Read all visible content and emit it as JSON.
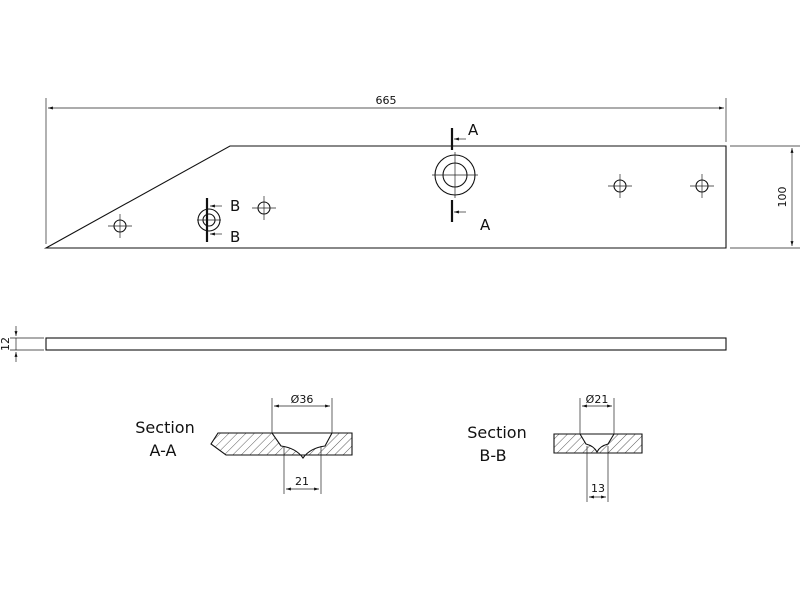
{
  "dimensions": {
    "length": "665",
    "height": "100",
    "thickness": "12",
    "hole_a_dia": "Ø36",
    "hole_a_depth": "21",
    "hole_b_dia": "Ø21",
    "hole_b_depth": "13"
  },
  "cut_labels": {
    "a_top": "A",
    "a_bottom": "A",
    "b_top": "B",
    "b_bottom": "B"
  },
  "sections": {
    "a_line1": "Section",
    "a_line2": "A-A",
    "b_line1": "Section",
    "b_line2": "B-B"
  }
}
